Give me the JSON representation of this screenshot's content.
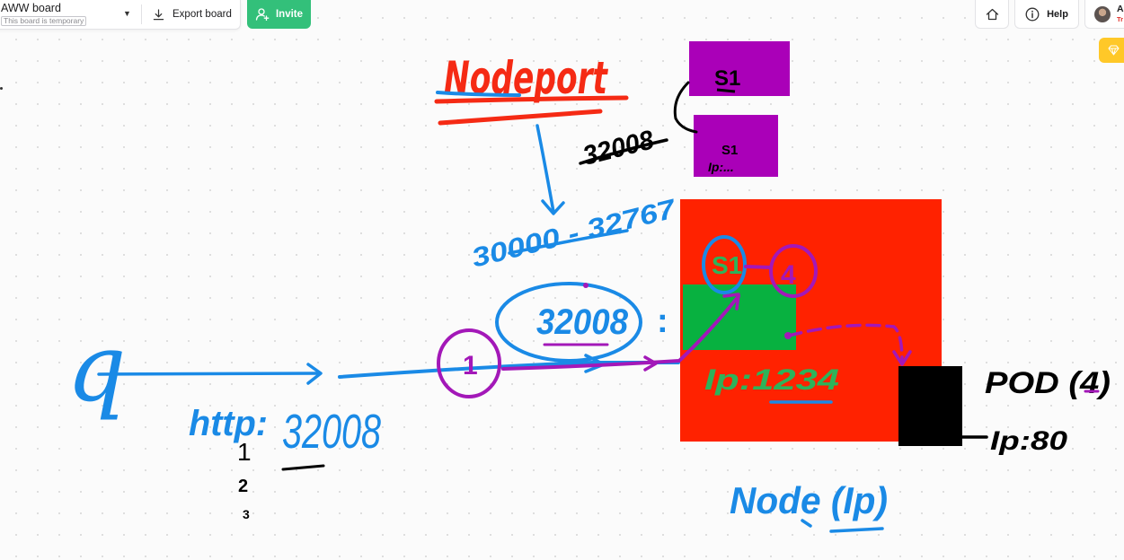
{
  "toolbar": {
    "board_name": "AWW board",
    "board_status": "This board is temporary",
    "export_label": "Export board",
    "invite_label": "Invite",
    "help_label": "Help",
    "user_initial": "A",
    "user_sub": "Tr"
  },
  "icons": {
    "dropdown": "chevron-down-icon",
    "export": "download-icon",
    "invite": "add-user-icon",
    "home": "home-icon",
    "help": "info-icon",
    "upgrade": "diamond-icon"
  },
  "colors": {
    "invite": "#33c07a",
    "upgrade": "#ffc828",
    "node_box": "#ff2200",
    "service_box": "#aa00b8",
    "pod_box": "#000000",
    "inner_box": "#08b140",
    "ink_blue": "#1a8ae6",
    "ink_red": "#f52a14",
    "ink_purple": "#a318b8",
    "ink_green": "#2db35a",
    "ink_black": "#000000"
  },
  "board": {
    "title_nodeport": "Nodeport",
    "port_32008_top": "32008",
    "port_range": "30000 - 32767",
    "svc1_label": "S1",
    "svc2_label": "S1",
    "svc2_sub": "Ip:...",
    "node_s1": "S1",
    "node_4": "4",
    "port_32008_mid": "32008",
    "colon": ":",
    "node_ip_port": "Ip:1234",
    "circle_1": "1",
    "client_label": "q",
    "url_text": "http:",
    "url_port": "32008",
    "list_1": "1",
    "list_2": "2",
    "list_3": "3",
    "pod_label": "POD (4)",
    "pod_ip": "Ip:80",
    "node_label": "Node (Ip)"
  }
}
